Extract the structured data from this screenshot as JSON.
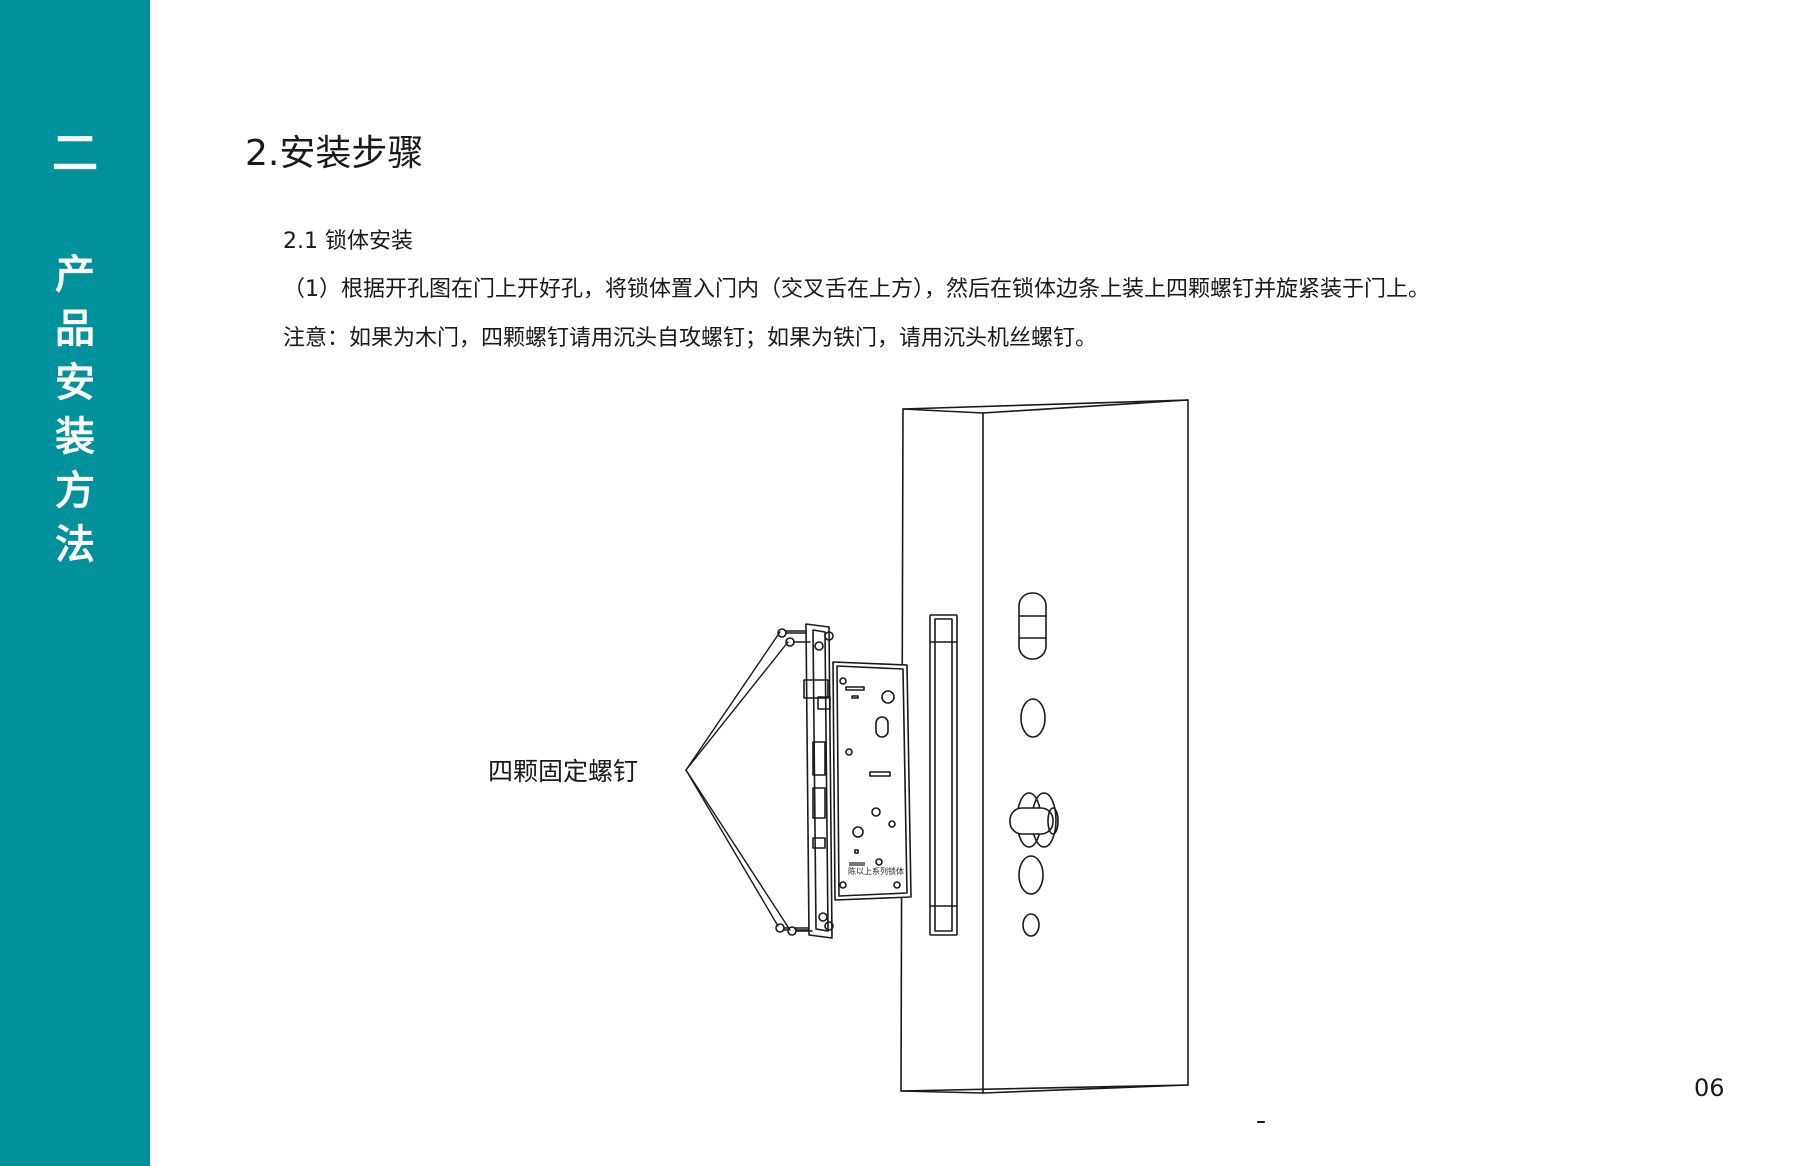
{
  "sidebar": {
    "chapter_number": "二",
    "chapter_title": "产品安装方法"
  },
  "content": {
    "heading": "2.安装步骤",
    "subheading": "2.1 锁体安装",
    "step1": "（1）根据开孔图在门上开好孔，将锁体置入门内（交叉舌在上方），然后在锁体边条上装上四颗螺钉并旋紧装于门上。",
    "note": "注意：如果为木门，四颗螺钉请用沉头自攻螺钉；如果为铁门，请用沉头机丝螺钉。"
  },
  "figure": {
    "callout_label": "四颗固定螺钉",
    "lock_case_marking": "陈以上系列锁体"
  },
  "page_number": "06",
  "colors": {
    "sidebar": "#00929c",
    "line_art": "#1a1a1a"
  }
}
